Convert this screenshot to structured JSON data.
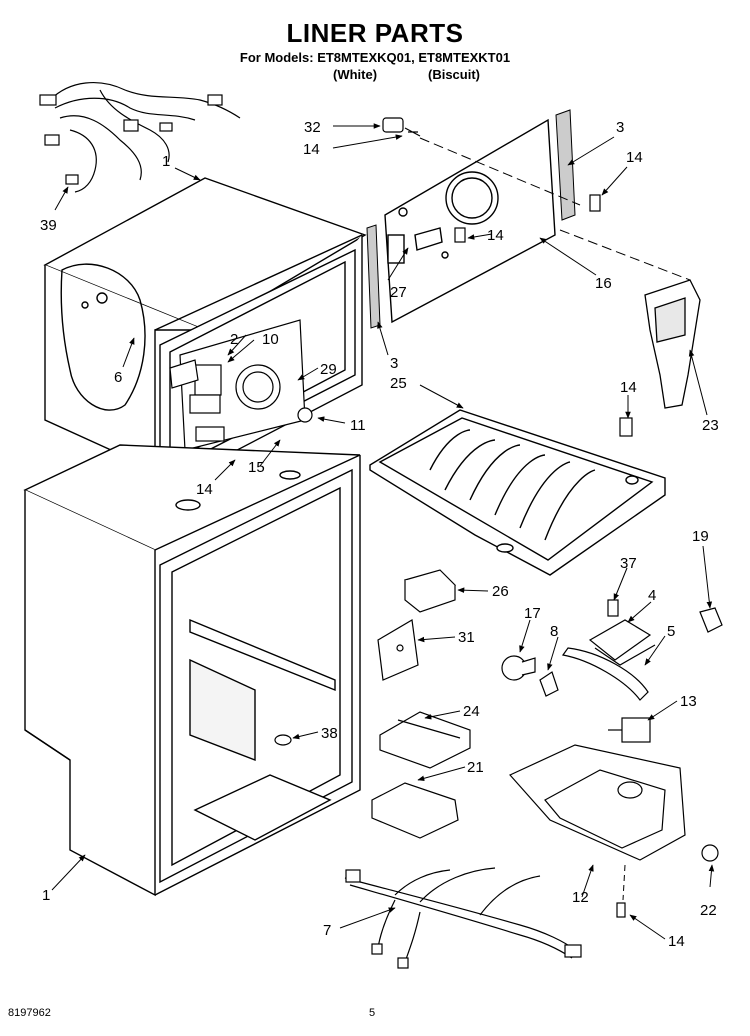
{
  "header": {
    "title": "LINER PARTS",
    "models": "For Models: ET8MTEXKQ01, ET8MTEXKT01",
    "variant_white": "(White)",
    "variant_biscuit": "(Biscuit)"
  },
  "callouts": [
    "39",
    "1",
    "32",
    "14",
    "3",
    "14",
    "14",
    "16",
    "27",
    "2",
    "10",
    "6",
    "29",
    "3",
    "11",
    "25",
    "14",
    "23",
    "15",
    "14",
    "19",
    "37",
    "26",
    "4",
    "5",
    "17",
    "8",
    "31",
    "13",
    "24",
    "38",
    "21",
    "1",
    "12",
    "22",
    "7",
    "14"
  ],
  "footer": {
    "doc_number": "8197962",
    "page_number": "5"
  }
}
